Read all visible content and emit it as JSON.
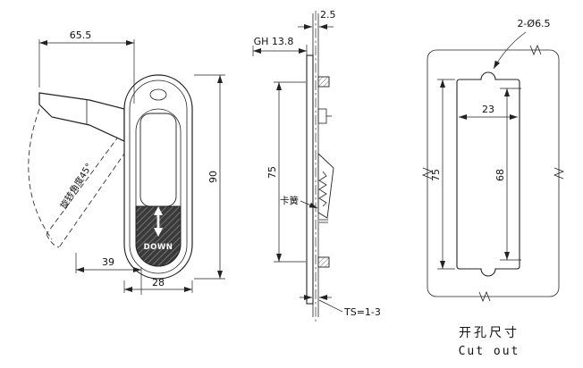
{
  "front_view": {
    "dim_handle_width": "65.5",
    "dim_body_height": "90",
    "dim_handle_reach": "39",
    "dim_body_width": "28",
    "rotation_label": "旋转角度45°",
    "button_label": "DOWN"
  },
  "side_view": {
    "dim_flange_thickness": "2.5",
    "dim_grip_height": "GH 13.8",
    "dim_mount_spacing": "75",
    "circlip_label": "卡簧",
    "panel_thickness_label": "TS=1-3"
  },
  "cutout_view": {
    "holes_label": "2-Ø6.5",
    "dim_cutout_width": "23",
    "dim_overall_height": "75",
    "dim_cutout_height": "68",
    "caption_primary": "开孔尺寸",
    "caption_secondary": "Cut out"
  }
}
